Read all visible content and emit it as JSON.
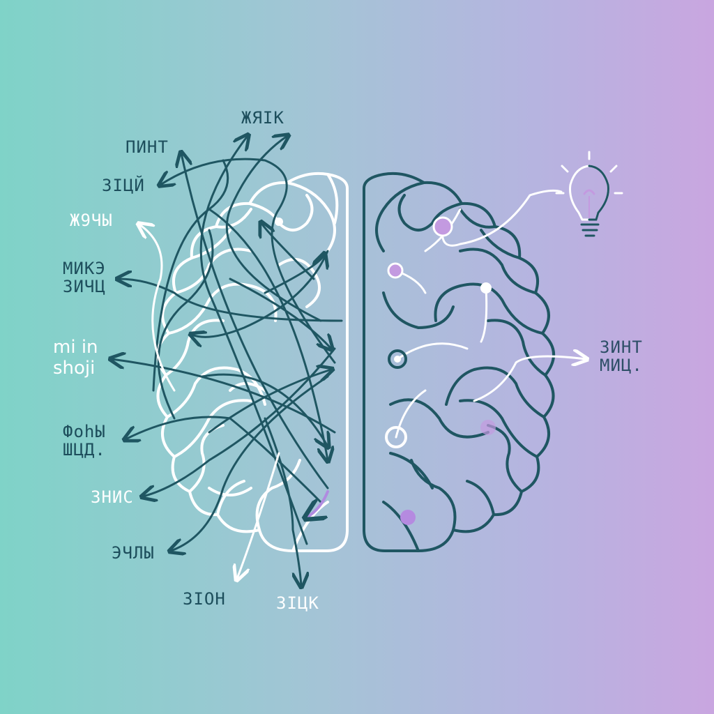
{
  "colors": {
    "dark_line": "#1f5662",
    "light_line": "#ffffff",
    "accent_purple": "#c39ae0",
    "bg_left": "#7fd3c8",
    "bg_right": "#c9a6e0"
  },
  "labels": {
    "top_center": "ЖЯIК",
    "top_left": "ПИНТ",
    "left_1": "ЗIЦЙ",
    "left_2": "Ж9ЧЫ",
    "left_3a": "МИКЭ",
    "left_3b": "ЗИЧЦ",
    "left_readable_a": "mi in",
    "left_readable_b": "shoji",
    "left_5a": "ФоhЫ",
    "left_5b": "ШЦД.",
    "left_6": "ЗНИС",
    "left_7": "ЭЧЛЫ",
    "bottom_left": "ЗIОН",
    "bottom_right": "ЗIЦК",
    "right_a": "ЗИНТ",
    "right_b": "МИЦ."
  },
  "icons": {
    "left_hemisphere": "tangled-brain-hemisphere-icon",
    "right_hemisphere": "organized-brain-hemisphere-icon",
    "idea": "lightbulb-icon"
  }
}
